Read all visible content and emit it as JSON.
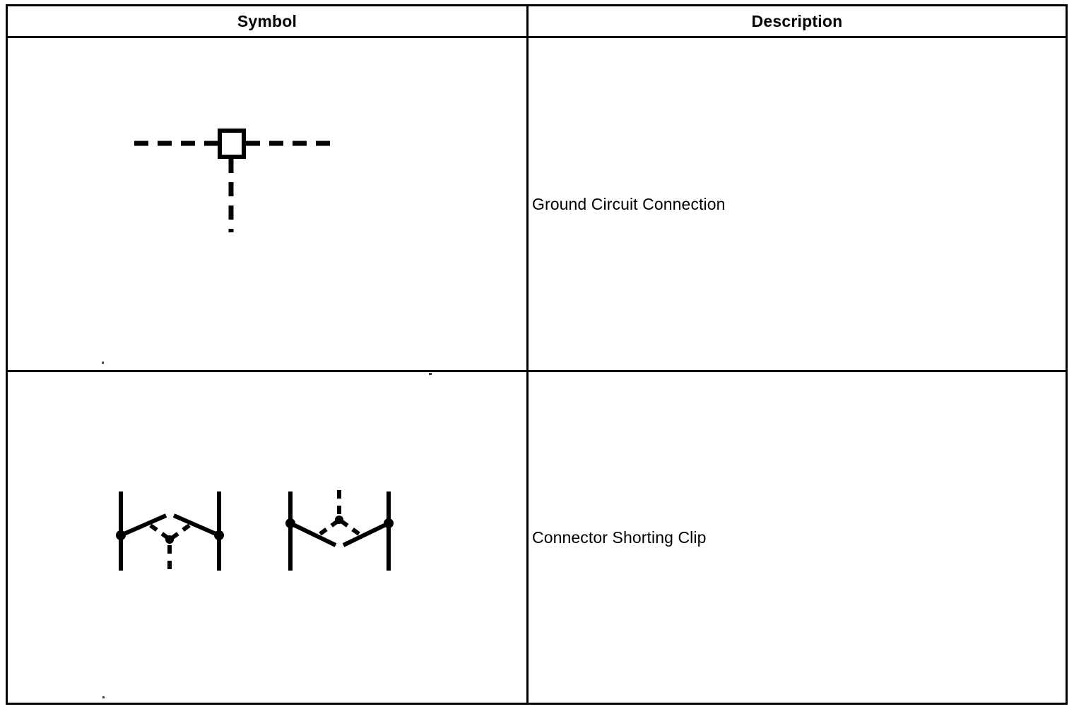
{
  "table": {
    "headers": {
      "symbol": "Symbol",
      "description": "Description"
    },
    "rows": [
      {
        "symbol_name": "ground-circuit-connection-symbol",
        "description": "Ground Circuit Connection"
      },
      {
        "symbol_name": "connector-shorting-clip-symbol",
        "description": "Connector Shorting Clip"
      }
    ]
  },
  "colors": {
    "ink": "#000000",
    "paper": "#ffffff"
  }
}
